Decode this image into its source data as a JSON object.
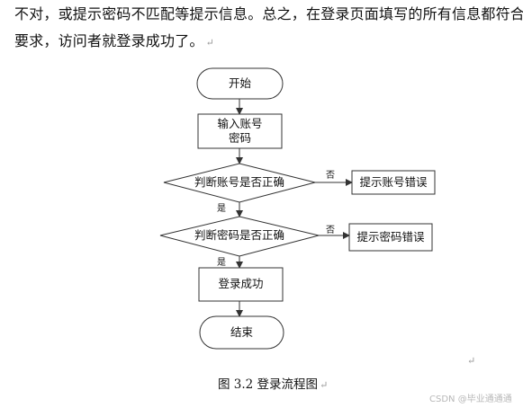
{
  "paragraph": {
    "line1": "不对，或提示密码不匹配等提示信息。总之，在登录页面填写的所有信息都符合",
    "line2": "要求，访问者就登录成功了。"
  },
  "return_mark": "↵",
  "flowchart": {
    "start": "开始",
    "input_line1": "输入账号",
    "input_line2": "密码",
    "check_account": "判断账号是否正确",
    "check_password": "判断密码是否正确",
    "account_error": "提示账号错误",
    "password_error": "提示密码错误",
    "success": "登录成功",
    "end": "结束",
    "yes_label_1": "是",
    "yes_label_2": "是",
    "no_label_1": "否",
    "no_label_2": "否"
  },
  "caption": "图 3.2  登录流程图",
  "watermark": "CSDN @毕业通通通"
}
